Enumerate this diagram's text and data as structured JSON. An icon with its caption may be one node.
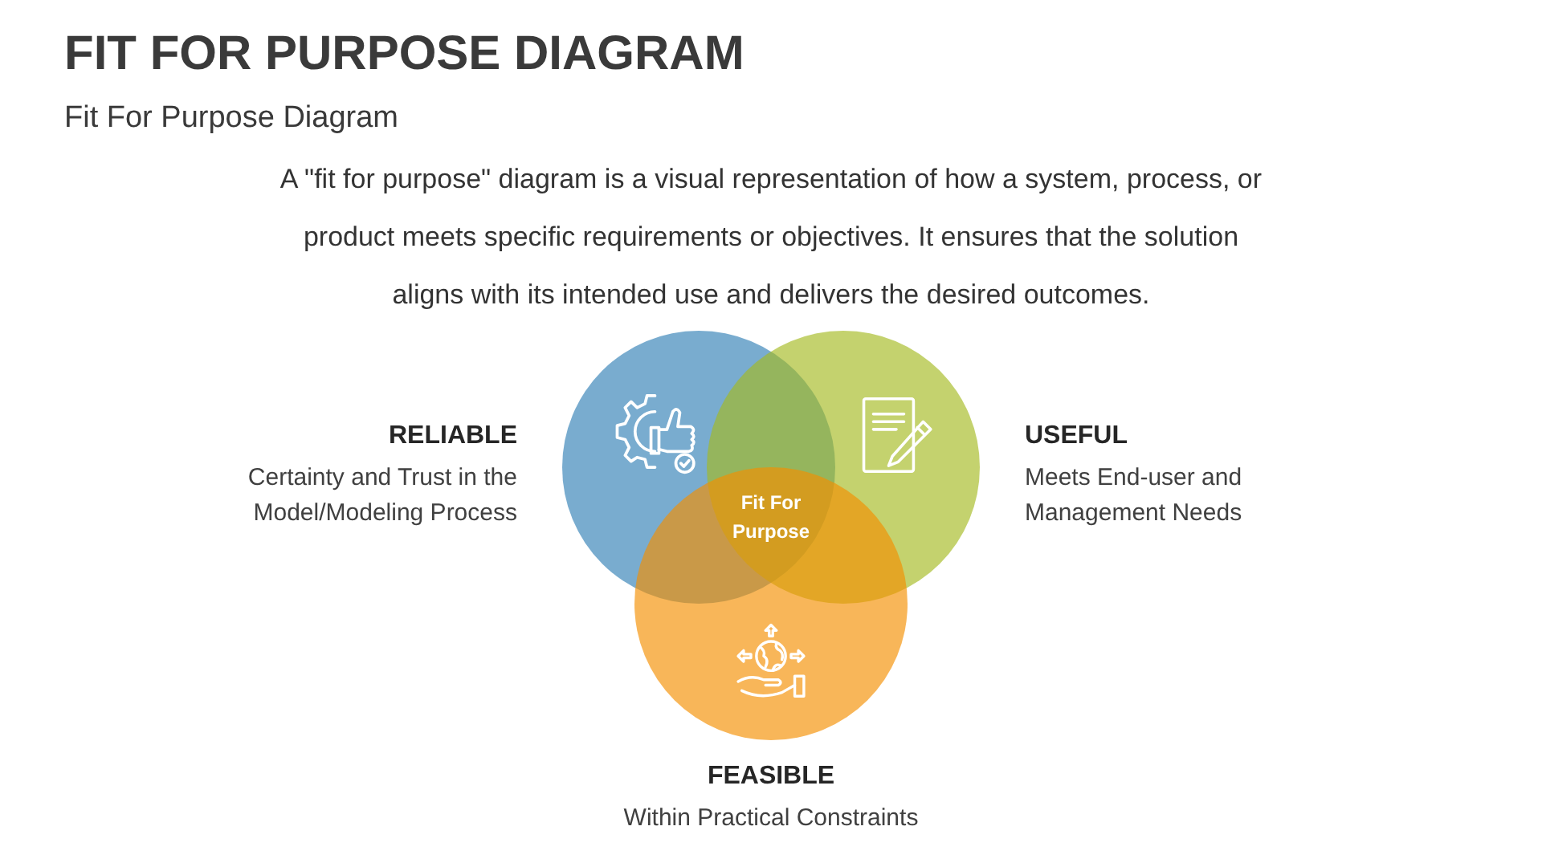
{
  "diagram": {
    "title": "FIT FOR PURPOSE DIAGRAM",
    "nodes": [
      {
        "text": [],
        "shape": "circle",
        "beside": [
          "RELIABLE",
          "Certainty and Trust in the Model/Modeling Process"
        ]
      },
      {
        "text": [],
        "shape": "circle",
        "beside": [
          "USEFUL",
          "Meets End-user and Management Needs"
        ]
      },
      {
        "text": [],
        "shape": "circle",
        "beside": [
          "FEASIBLE",
          "Within Practical Constraints"
        ]
      }
    ],
    "labels": [
      "Fit For Purpose Diagram",
      "A \"fit for purpose\" diagram is a visual representation of how a system, process, or product meets specific requirements or objectives. It ensures that the solution aligns with its intended use and delivers the desired outcomes.",
      "Fit For Purpose"
    ]
  }
}
